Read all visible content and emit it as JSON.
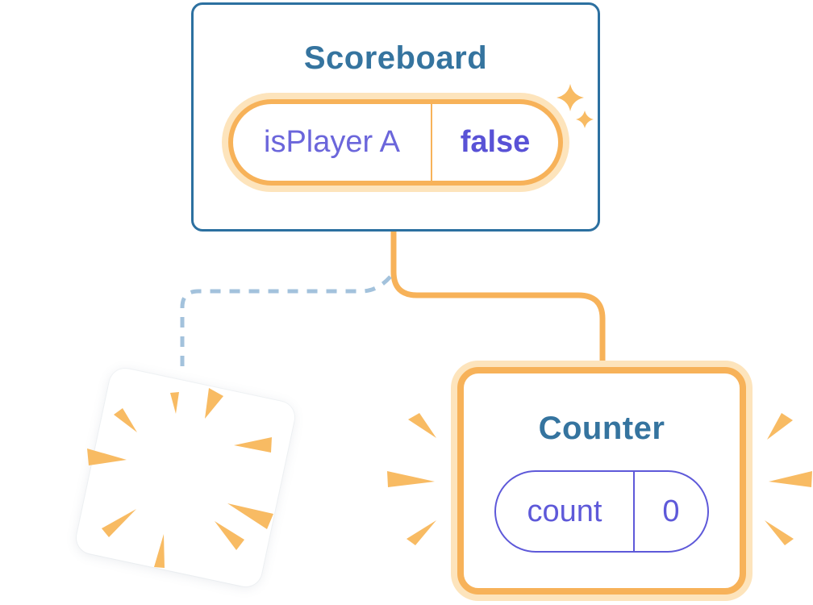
{
  "diagram_type": "react-component-state-diagram",
  "scoreboard": {
    "title": "Scoreboard",
    "state": {
      "name": "isPlayer A",
      "value": "false"
    }
  },
  "counter": {
    "title": "Counter",
    "state": {
      "name": "count",
      "value": "0"
    }
  },
  "connections": {
    "solid": "scoreboard-to-counter",
    "dashed": "scoreboard-to-removed-component"
  },
  "icons": {
    "sparkle_large": "sparkle-icon",
    "sparkle_small": "sparkle-icon",
    "poof": "poof-burst-icon",
    "emphasis_left": "burst-lines-icon",
    "emphasis_right": "burst-lines-icon"
  },
  "colors": {
    "background": "#FFFFFF",
    "card-border": "#2C70A0",
    "title": "#35749F",
    "orange": "#F7B259",
    "orange-halo": "#FDE4BC",
    "purple": "#6B66DB",
    "purple-bold": "#5952D6",
    "pill-purple": "#5E59D9",
    "dash-blue": "#A3C2DC",
    "burst": "#F8BB63"
  }
}
